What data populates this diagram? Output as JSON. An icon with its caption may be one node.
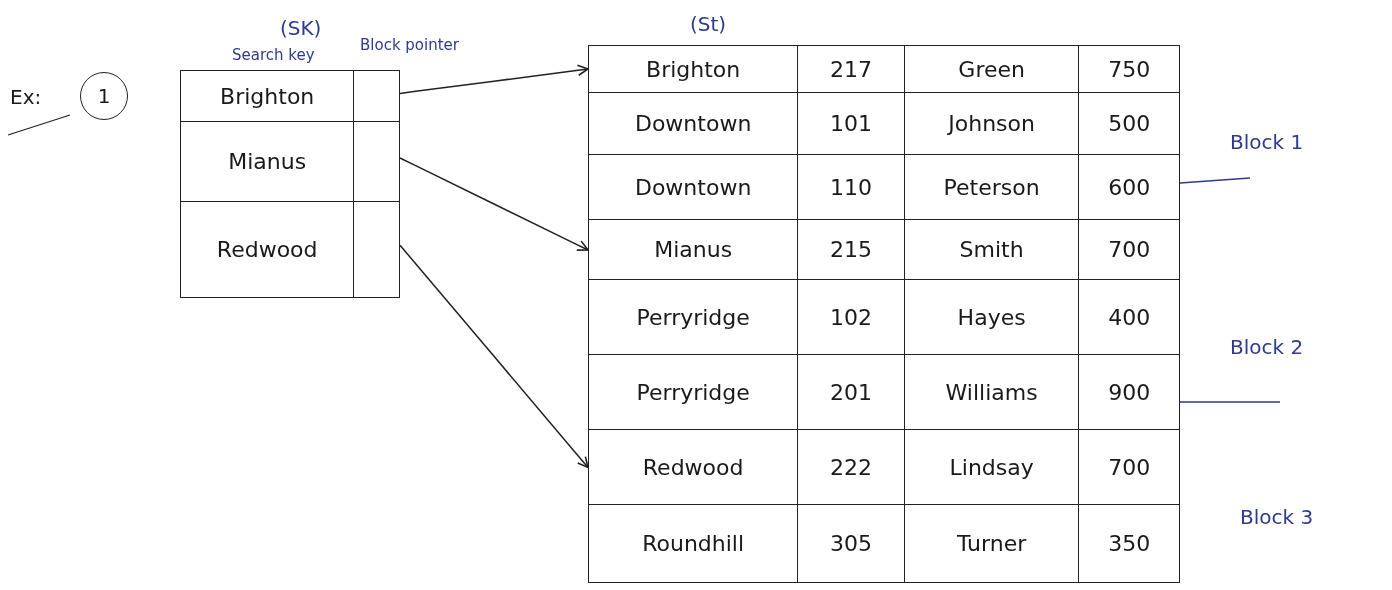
{
  "diagram": {
    "nodes": [
      {
        "text": [
          "Brighton"
        ]
      },
      {
        "text": [
          "Mianus"
        ]
      },
      {
        "text": [
          "Redwood"
        ]
      },
      {
        "text": [
          "Brighton",
          "217",
          "Green",
          "750"
        ]
      },
      {
        "text": [
          "Downtown",
          "101",
          "Johnson",
          "500"
        ]
      },
      {
        "text": [
          "Downtown",
          "110",
          "Peterson",
          "600"
        ]
      },
      {
        "text": [
          "Mianus",
          "215",
          "Smith",
          "700"
        ]
      },
      {
        "text": [
          "Perryridge",
          "102",
          "Hayes",
          "400"
        ]
      },
      {
        "text": [
          "Perryridge",
          "201",
          "Williams",
          "900"
        ]
      },
      {
        "text": [
          "Redwood",
          "222",
          "Lindsay",
          "700"
        ]
      },
      {
        "text": [
          "Roundhill",
          "305",
          "Turner",
          "350"
        ]
      }
    ],
    "edges": [
      {
        "from": 0,
        "to": 3,
        "arrow": "to"
      },
      {
        "from": 1,
        "to": 6,
        "arrow": "to"
      },
      {
        "from": 2,
        "to": 9,
        "arrow": "to"
      }
    ],
    "labels": [
      "Ex:",
      "1",
      "(SK)",
      "Search key",
      "Block pointer",
      "(St)",
      "Block 1",
      "Block 2",
      "Block 3"
    ]
  }
}
